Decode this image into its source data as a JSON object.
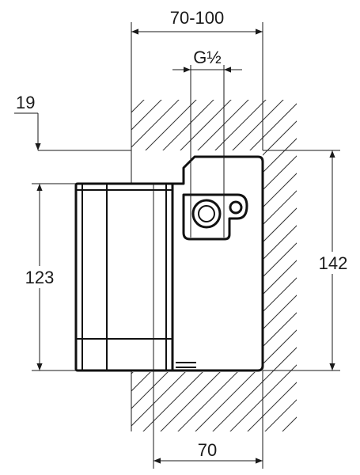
{
  "dimensions": {
    "overall_depth": "70-100",
    "thread": "G½",
    "offset": "19",
    "body_height": "123",
    "total_height": "142",
    "wall_depth": "70"
  }
}
